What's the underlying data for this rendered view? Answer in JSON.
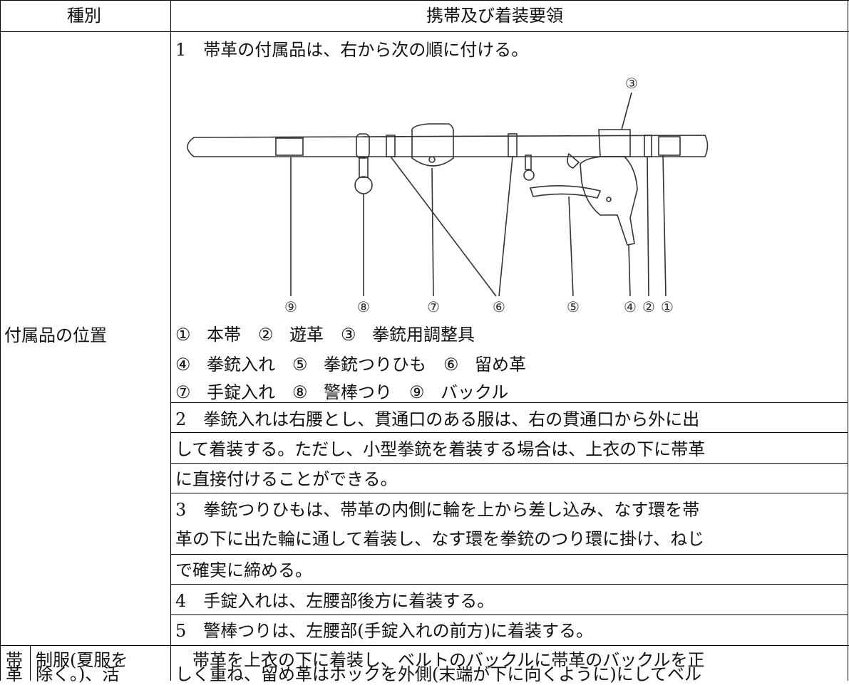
{
  "header": {
    "col1": "種別",
    "col2": "携帯及び着装要領"
  },
  "row1": {
    "category": "付属品の位置",
    "item1": "1　帯革の付属品は、右から次の順に付ける。",
    "figure_labels": [
      "①",
      "②",
      "③",
      "④",
      "⑤",
      "⑥",
      "⑦",
      "⑧",
      "⑨"
    ],
    "legend": [
      {
        "num": "①",
        "text": "本帯"
      },
      {
        "num": "②",
        "text": "遊革"
      },
      {
        "num": "③",
        "text": "拳銃用調整具"
      },
      {
        "num": "④",
        "text": "拳銃入れ"
      },
      {
        "num": "⑤",
        "text": "拳銃つりひも"
      },
      {
        "num": "⑥",
        "text": "留め革"
      },
      {
        "num": "⑦",
        "text": "手錠入れ"
      },
      {
        "num": "⑧",
        "text": "警棒つり"
      },
      {
        "num": "⑨",
        "text": "バックル"
      }
    ],
    "item2_lines": [
      "2　拳銃入れは右腰とし、貫通口のある服は、右の貫通口から外に出",
      "して着装する。ただし、小型拳銃を着装する場合は、上衣の下に帯革",
      "に直接付けることができる。"
    ],
    "item3_lines": [
      "3　拳銃つりひもは、帯革の内側に輪を上から差し込み、なす環を帯",
      "革の下に出た輪に通して着装し、なす環を拳銃のつり環に掛け、ねじ",
      "で確実に締める。"
    ],
    "item4": "4　手錠入れは、左腰部後方に着装する。",
    "item5": "5　警棒つりは、左腰部(手錠入れの前方)に着装する。"
  },
  "row2": {
    "category_main": [
      "帯",
      "革"
    ],
    "category_sub": [
      "制服(夏服を",
      "除く。)、活"
    ],
    "text_lines": [
      "　帯革を上衣の下に着装し、ベルトのバックルに帯革のバックルを正",
      "しく重ね、留め革はホックを外側(末端が下に向くように)にしてベル"
    ]
  }
}
